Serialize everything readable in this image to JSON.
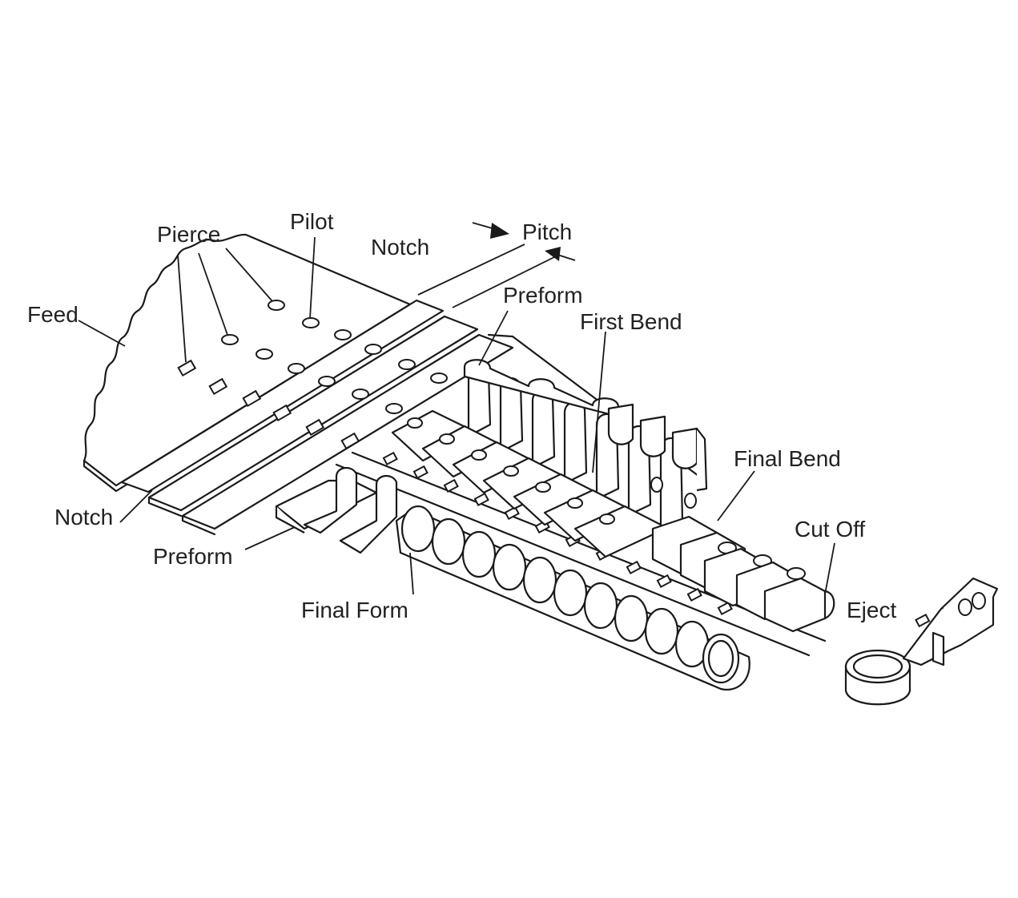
{
  "diagram": {
    "labels": {
      "pierce": "Pierce",
      "pilot": "Pilot",
      "notch_top": "Notch",
      "pitch": "Pitch",
      "feed": "Feed",
      "preform_top": "Preform",
      "first_bend": "First Bend",
      "final_bend": "Final Bend",
      "cut_off": "Cut Off",
      "notch_bottom": "Notch",
      "preform_bottom": "Preform",
      "final_form": "Final Form",
      "eject": "Eject"
    },
    "colors": {
      "ink": "#1a1a1a",
      "text": "#222222",
      "background": "#ffffff"
    }
  }
}
